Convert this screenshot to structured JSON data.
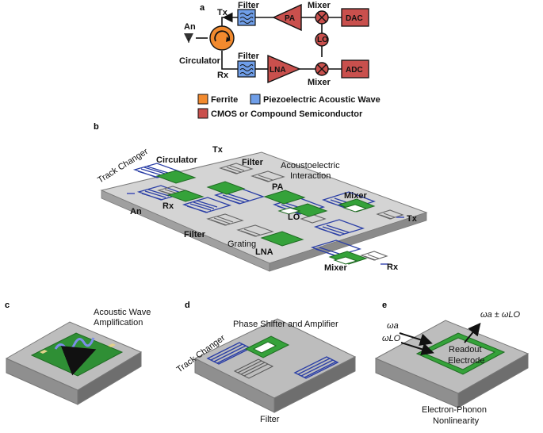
{
  "colors": {
    "ferrite": "#f28a2e",
    "piezo": "#6f9ee8",
    "cmos": "#c9504d",
    "chip_green": "#35a23a",
    "grating_blue": "#2b3fa6",
    "substrate_top": "#c8c8c8",
    "substrate_side": "#8c8c8c"
  },
  "panel_a": {
    "letter": "a",
    "antenna": "An",
    "circulator": "Circulator",
    "tx": "Tx",
    "rx": "Rx",
    "filter_top": "Filter",
    "filter_bottom": "Filter",
    "pa": "PA",
    "lna": "LNA",
    "mixer_top": "Mixer",
    "mixer_bottom": "Mixer",
    "lo": "LO",
    "dac": "DAC",
    "adc": "ADC",
    "legend": {
      "ferrite": "Ferrite",
      "piezo": "Piezoelectric Acoustic Wave",
      "cmos": "CMOS or Compound Semiconductor"
    }
  },
  "panel_b": {
    "letter": "b",
    "track_changer": "Track Changer",
    "circulator": "Circulator",
    "tx_top": "Tx",
    "filter_top": "Filter",
    "acoustoelectric_1": "Acoustoelectric",
    "acoustoelectric_2": "Interaction",
    "pa": "PA",
    "mixer_top": "Mixer",
    "tx_right": "Tx",
    "an": "An",
    "rx_left": "Rx",
    "lo": "LO",
    "filter_bottom": "Filter",
    "grating": "Grating",
    "lna": "LNA",
    "mixer_bottom": "Mixer",
    "rx_right": "Rx"
  },
  "panel_c": {
    "letter": "c",
    "title_1": "Acoustic Wave",
    "title_2": "Amplification"
  },
  "panel_d": {
    "letter": "d",
    "track_changer": "Track Changer",
    "phase_shifter": "Phase Shifter and Amplifier",
    "filter": "Filter"
  },
  "panel_e": {
    "letter": "e",
    "omega_out": "ωa ± ωLO",
    "omega_a": "ωa",
    "omega_lo": "ωLO",
    "readout_1": "Readout",
    "readout_2": "Electrode",
    "nonlin_1": "Electron-Phonon",
    "nonlin_2": "Nonlinearity"
  }
}
